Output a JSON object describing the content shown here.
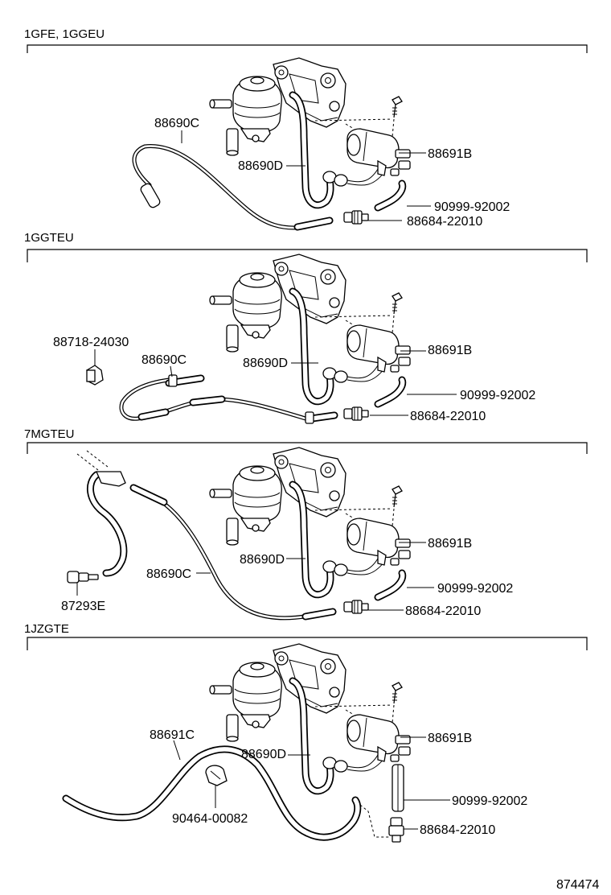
{
  "sections": [
    {
      "header": "1GFE, 1GGEU",
      "labels": {
        "a": "88690C",
        "b": "88690D",
        "c": "88691B",
        "d": "90999-92002",
        "e": "88684-22010"
      }
    },
    {
      "header": "1GGTEU",
      "labels": {
        "extra": "88718-24030",
        "a": "88690C",
        "b": "88690D",
        "c": "88691B",
        "d": "90999-92002",
        "e": "88684-22010"
      }
    },
    {
      "header": "7MGTEU",
      "labels": {
        "extra": "87293E",
        "a": "88690C",
        "b": "88690D",
        "c": "88691B",
        "d": "90999-92002",
        "e": "88684-22010"
      }
    },
    {
      "header": "1JZGTE",
      "labels": {
        "a": "88691C",
        "extra": "90464-00082",
        "b": "88690D",
        "c": "88691B",
        "d": "90999-92002",
        "e": "88684-22010"
      }
    }
  ],
  "figure_number": "874474"
}
